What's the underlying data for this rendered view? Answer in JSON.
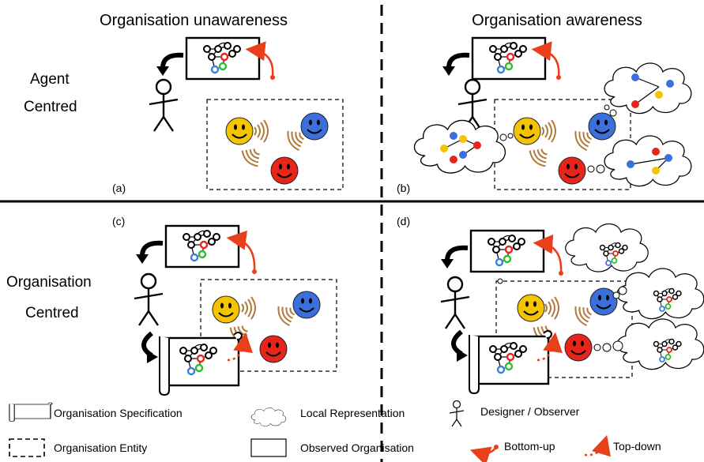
{
  "headers": {
    "unaware": "Organisation unawareness",
    "aware": "Organisation awareness"
  },
  "row_labels": {
    "agent_1": "Agent",
    "agent_2": "Centred",
    "org_1": "Organisation",
    "org_2": "Centred"
  },
  "panel_labels": {
    "a": "(a)",
    "b": "(b)",
    "c": "(c)",
    "d": "(d)"
  },
  "legend": {
    "org_spec": "Organisation Specification",
    "local_rep": "Local Representation",
    "designer": "Designer / Observer",
    "org_entity": "Organisation Entity",
    "observed_org": "Observed Organisation",
    "bottom_up": "Bottom-up",
    "top_down": "Top-down"
  },
  "colors": {
    "yellow_agent": "#f5c400",
    "blue_agent": "#3a6fdc",
    "red_agent": "#e8251a",
    "arrow_red": "#e8401a",
    "wave": "#b07a3a",
    "node_green": "#2ebd2e",
    "node_blue": "#3a7fe0"
  }
}
